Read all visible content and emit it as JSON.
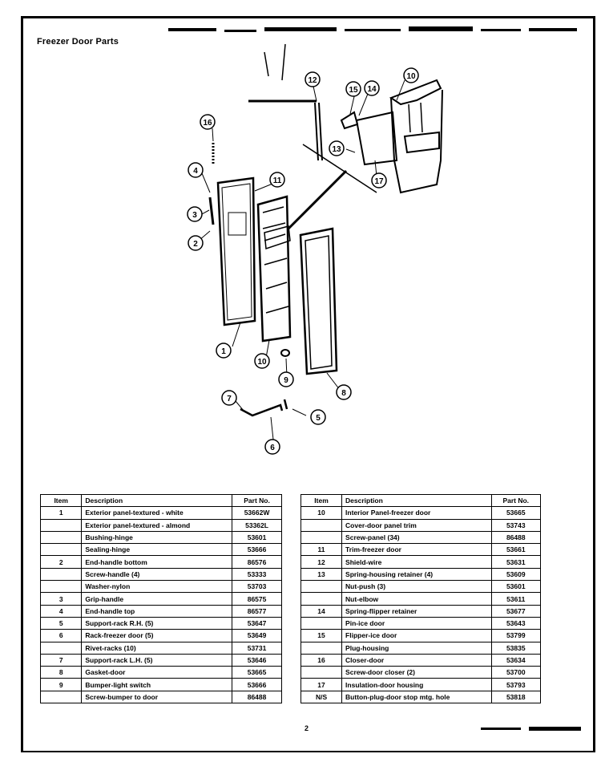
{
  "page": {
    "title": "Freezer Door Parts",
    "page_number": "2"
  },
  "callouts": [
    "1",
    "2",
    "3",
    "4",
    "5",
    "6",
    "7",
    "8",
    "9",
    "10",
    "10",
    "11",
    "12",
    "13",
    "14",
    "15",
    "16",
    "17"
  ],
  "columns": {
    "item": "Item",
    "description": "Description",
    "part_no": "Part No."
  },
  "left_table": [
    {
      "item": "1",
      "description": "Exterior panel-textured - white",
      "part_no": "53662W"
    },
    {
      "item": "",
      "description": "Exterior panel-textured - almond",
      "part_no": "53362L"
    },
    {
      "item": "",
      "description": "Bushing-hinge",
      "part_no": "53601"
    },
    {
      "item": "",
      "description": "Sealing-hinge",
      "part_no": "53666"
    },
    {
      "item": "2",
      "description": "End-handle bottom",
      "part_no": "86576"
    },
    {
      "item": "",
      "description": "Screw-handle (4)",
      "part_no": "53333"
    },
    {
      "item": "",
      "description": "Washer-nylon",
      "part_no": "53703"
    },
    {
      "item": "3",
      "description": "Grip-handle",
      "part_no": "86575"
    },
    {
      "item": "4",
      "description": "End-handle top",
      "part_no": "86577"
    },
    {
      "item": "5",
      "description": "Support-rack R.H. (5)",
      "part_no": "53647"
    },
    {
      "item": "6",
      "description": "Rack-freezer door (5)",
      "part_no": "53649"
    },
    {
      "item": "",
      "description": "Rivet-racks (10)",
      "part_no": "53731"
    },
    {
      "item": "7",
      "description": "Support-rack L.H. (5)",
      "part_no": "53646"
    },
    {
      "item": "8",
      "description": "Gasket-door",
      "part_no": "53665"
    },
    {
      "item": "9",
      "description": "Bumper-light switch",
      "part_no": "53666"
    },
    {
      "item": "",
      "description": "Screw-bumper to door",
      "part_no": "86488"
    }
  ],
  "right_table": [
    {
      "item": "10",
      "description": "Interior Panel-freezer door",
      "part_no": "53665"
    },
    {
      "item": "",
      "description": "Cover-door panel trim",
      "part_no": "53743"
    },
    {
      "item": "",
      "description": "Screw-panel (34)",
      "part_no": "86488"
    },
    {
      "item": "11",
      "description": "Trim-freezer door",
      "part_no": "53661"
    },
    {
      "item": "12",
      "description": "Shield-wire",
      "part_no": "53631"
    },
    {
      "item": "13",
      "description": "Spring-housing retainer (4)",
      "part_no": "53609"
    },
    {
      "item": "",
      "description": "Nut-push (3)",
      "part_no": "53601"
    },
    {
      "item": "",
      "description": "Nut-elbow",
      "part_no": "53611"
    },
    {
      "item": "14",
      "description": "Spring-flipper retainer",
      "part_no": "53677"
    },
    {
      "item": "",
      "description": "Pin-ice door",
      "part_no": "53643"
    },
    {
      "item": "15",
      "description": "Flipper-ice door",
      "part_no": "53799"
    },
    {
      "item": "",
      "description": "Plug-housing",
      "part_no": "53835"
    },
    {
      "item": "16",
      "description": "Closer-door",
      "part_no": "53634"
    },
    {
      "item": "",
      "description": "Screw-door closer (2)",
      "part_no": "53700"
    },
    {
      "item": "17",
      "description": "Insulation-door housing",
      "part_no": "53793"
    },
    {
      "item": "N/S",
      "description": "Button-plug-door stop mtg. hole",
      "part_no": "53818"
    }
  ]
}
